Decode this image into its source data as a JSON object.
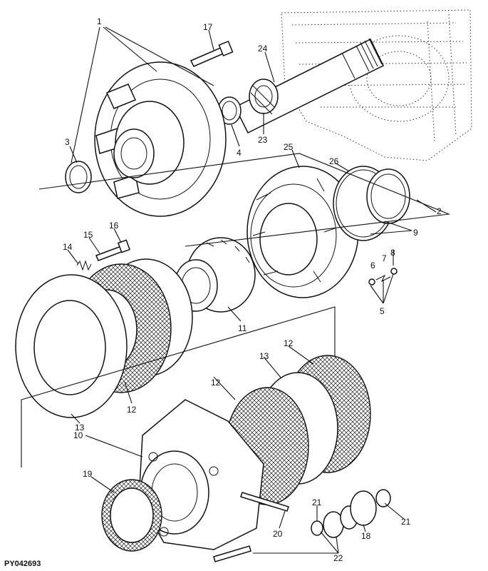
{
  "figure_id": "PY042693",
  "callouts": [
    {
      "id": "c1",
      "label": "1"
    },
    {
      "id": "c2",
      "label": "2"
    },
    {
      "id": "c3",
      "label": "3"
    },
    {
      "id": "c4",
      "label": "4"
    },
    {
      "id": "c5",
      "label": "5"
    },
    {
      "id": "c6",
      "label": "6"
    },
    {
      "id": "c7",
      "label": "7"
    },
    {
      "id": "c8",
      "label": "8"
    },
    {
      "id": "c9",
      "label": "9"
    },
    {
      "id": "c10",
      "label": "10"
    },
    {
      "id": "c11",
      "label": "11"
    },
    {
      "id": "c12a",
      "label": "12"
    },
    {
      "id": "c12b",
      "label": "12"
    },
    {
      "id": "c12c",
      "label": "12"
    },
    {
      "id": "c13a",
      "label": "13"
    },
    {
      "id": "c13b",
      "label": "13"
    },
    {
      "id": "c14",
      "label": "14"
    },
    {
      "id": "c15",
      "label": "15"
    },
    {
      "id": "c16",
      "label": "16"
    },
    {
      "id": "c17",
      "label": "17"
    },
    {
      "id": "c18",
      "label": "18"
    },
    {
      "id": "c19",
      "label": "19"
    },
    {
      "id": "c20",
      "label": "20"
    },
    {
      "id": "c21a",
      "label": "21"
    },
    {
      "id": "c21b",
      "label": "21"
    },
    {
      "id": "c22",
      "label": "22"
    },
    {
      "id": "c23",
      "label": "23"
    },
    {
      "id": "c24",
      "label": "24"
    },
    {
      "id": "c25",
      "label": "25"
    },
    {
      "id": "c26",
      "label": "26"
    }
  ]
}
